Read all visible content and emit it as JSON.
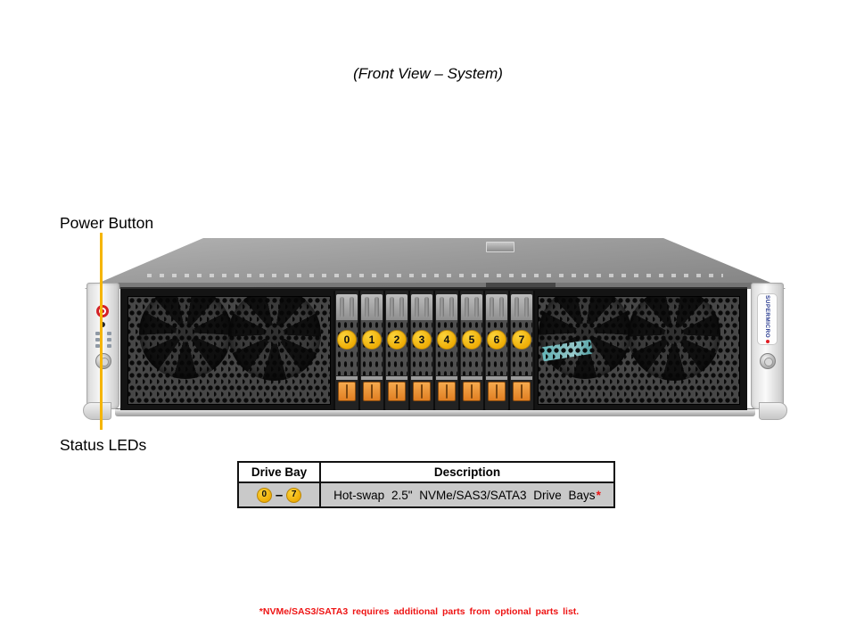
{
  "title": "(Front View – System)",
  "callouts": {
    "power_button_label": "Power Button",
    "status_leds_label": "Status LEDs"
  },
  "server": {
    "brand": "SUPERMICRO",
    "drive_bays": [
      "0",
      "1",
      "2",
      "3",
      "4",
      "5",
      "6",
      "7"
    ]
  },
  "table": {
    "headers": {
      "drive_bay": "Drive Bay",
      "description": "Description"
    },
    "row": {
      "bay_start": "0",
      "range_dash": "–",
      "bay_end": "7",
      "description": "Hot-swap 2.5\" NVMe/SAS3/SATA3 Drive Bays",
      "footnote_marker": "*"
    }
  },
  "footnote": "*NVMe/SAS3/SATA3 requires additional parts from optional parts list.",
  "colors": {
    "accent_yellow": "#F5B500",
    "latch_orange": "#ED8C33",
    "note_red": "#EE1414",
    "brand_blue": "#283A90"
  }
}
